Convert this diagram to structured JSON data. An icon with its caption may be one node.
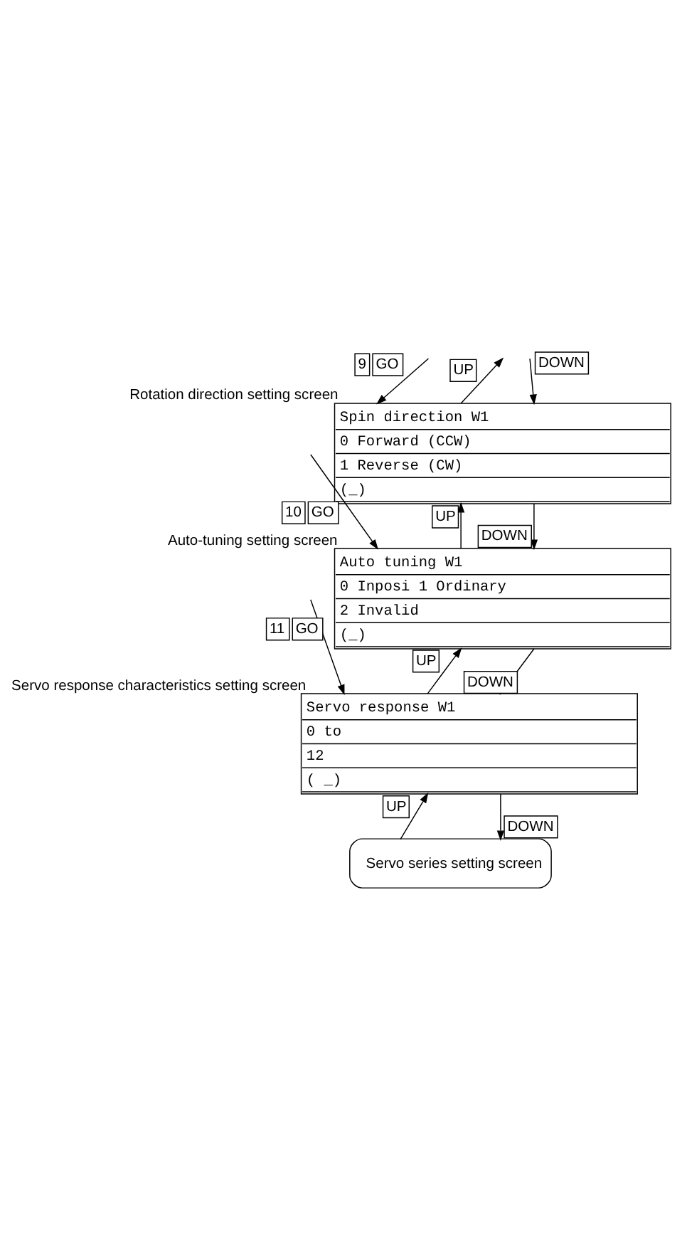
{
  "diagram": {
    "nodes": [
      {
        "text": [
          "Spin direction W1",
          "0 Forward (CCW)",
          "1 Reverse (CW)",
          "(_)"
        ],
        "beside": [
          "Rotation direction setting screen"
        ]
      },
      {
        "text": [
          "Auto tuning W1",
          "0 Inposi 1 Ordinary",
          "2 Invalid",
          "(_)"
        ],
        "beside": [
          "Auto-tuning setting screen"
        ]
      },
      {
        "text": [
          "Servo response W1",
          "0 to",
          "12",
          "( _)"
        ],
        "beside": [
          "Servo response characteristics setting screen"
        ]
      },
      {
        "text": [
          "Servo series setting screen"
        ]
      }
    ],
    "edges": [
      {
        "from": null,
        "to": 0,
        "arrow": "to",
        "label": "9 GO"
      },
      {
        "from": 0,
        "to": null,
        "arrow": "to",
        "label": "UP"
      },
      {
        "from": null,
        "to": 0,
        "arrow": "to",
        "label": "DOWN"
      },
      {
        "from": null,
        "to": 1,
        "arrow": "to",
        "label": "10 GO"
      },
      {
        "from": 1,
        "to": 0,
        "arrow": "to",
        "label": "UP"
      },
      {
        "from": 0,
        "to": 1,
        "arrow": "to",
        "label": "DOWN"
      },
      {
        "from": null,
        "to": 2,
        "arrow": "to",
        "label": "11 GO"
      },
      {
        "from": 2,
        "to": 1,
        "arrow": "to",
        "label": "UP"
      },
      {
        "from": 1,
        "to": 2,
        "arrow": "to",
        "label": "DOWN"
      },
      {
        "from": 3,
        "to": 2,
        "arrow": "to",
        "label": "UP"
      },
      {
        "from": 2,
        "to": 3,
        "arrow": "to",
        "label": "DOWN"
      }
    ]
  }
}
